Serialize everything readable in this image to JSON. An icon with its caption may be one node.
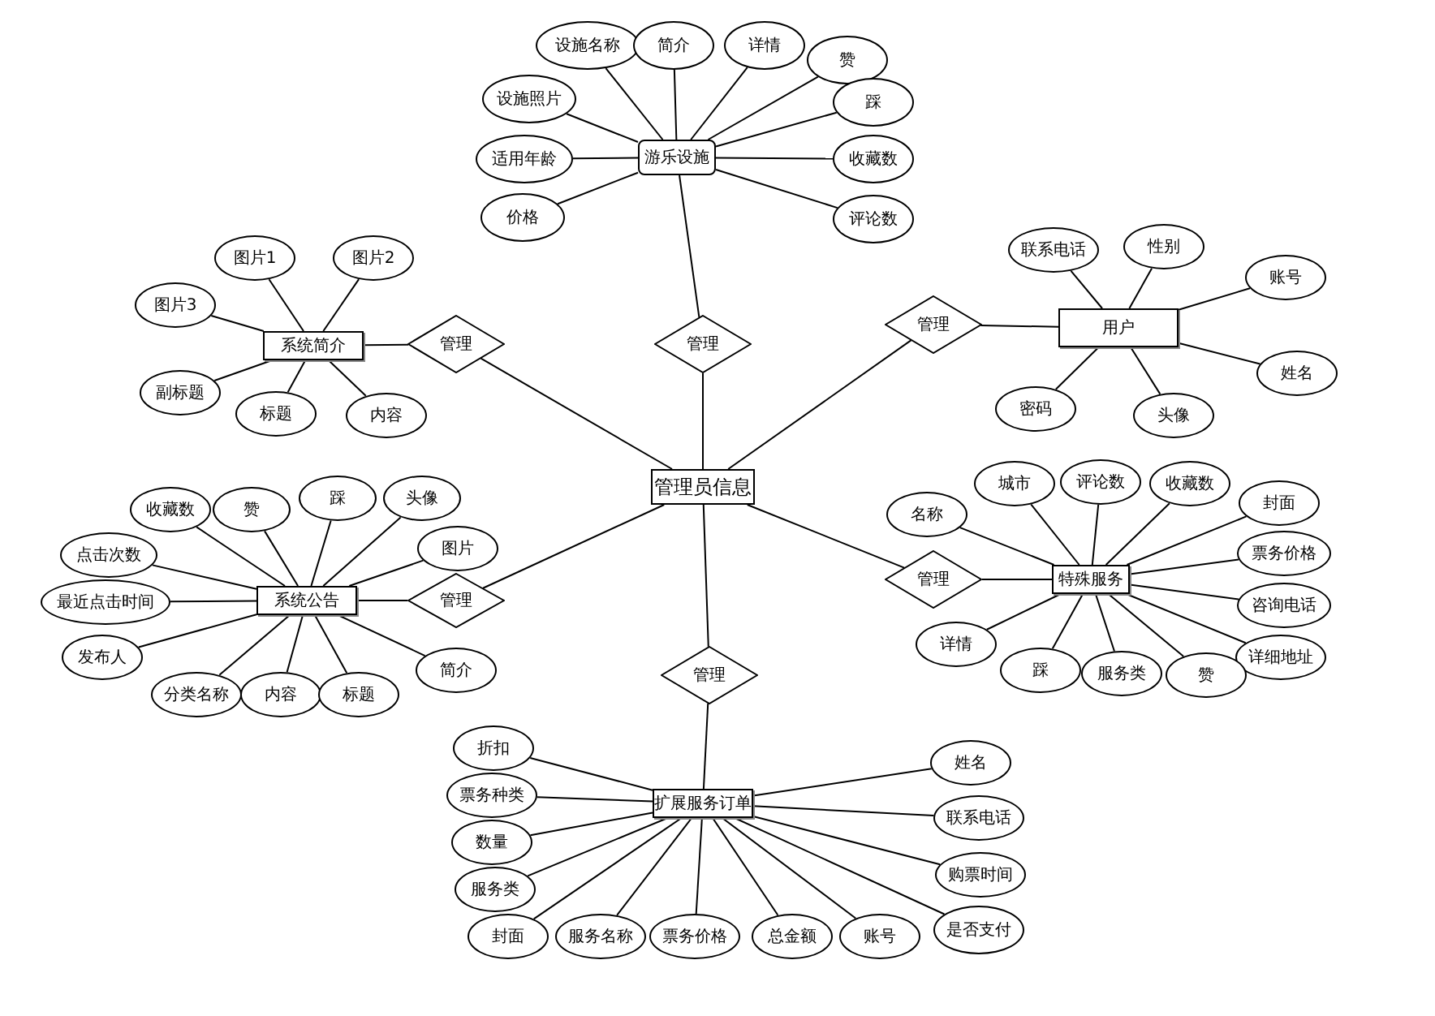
{
  "diagram": {
    "nodes": [
      {
        "text": [
          "管理员信息"
        ]
      },
      {
        "text": [
          "管理"
        ]
      },
      {
        "text": [
          "游乐设施"
        ]
      },
      {
        "text": [
          "设施名称"
        ]
      },
      {
        "text": [
          "简介"
        ]
      },
      {
        "text": [
          "详情"
        ]
      },
      {
        "text": [
          "赞"
        ]
      },
      {
        "text": [
          "踩"
        ]
      },
      {
        "text": [
          "收藏数"
        ]
      },
      {
        "text": [
          "评论数"
        ]
      },
      {
        "text": [
          "设施照片"
        ]
      },
      {
        "text": [
          "适用年龄"
        ]
      },
      {
        "text": [
          "价格"
        ]
      },
      {
        "text": [
          "管理"
        ]
      },
      {
        "text": [
          "系统简介"
        ]
      },
      {
        "text": [
          "图片1"
        ]
      },
      {
        "text": [
          "图片2"
        ]
      },
      {
        "text": [
          "图片3"
        ]
      },
      {
        "text": [
          "副标题"
        ]
      },
      {
        "text": [
          "标题"
        ]
      },
      {
        "text": [
          "内容"
        ]
      },
      {
        "text": [
          "管理"
        ]
      },
      {
        "text": [
          "用户"
        ]
      },
      {
        "text": [
          "联系电话"
        ]
      },
      {
        "text": [
          "性别"
        ]
      },
      {
        "text": [
          "账号"
        ]
      },
      {
        "text": [
          "姓名"
        ]
      },
      {
        "text": [
          "密码"
        ]
      },
      {
        "text": [
          "头像"
        ]
      },
      {
        "text": [
          "管理"
        ]
      },
      {
        "text": [
          "系统公告"
        ]
      },
      {
        "text": [
          "收藏数"
        ]
      },
      {
        "text": [
          "赞"
        ]
      },
      {
        "text": [
          "踩"
        ]
      },
      {
        "text": [
          "头像"
        ]
      },
      {
        "text": [
          "图片"
        ]
      },
      {
        "text": [
          "点击次数"
        ]
      },
      {
        "text": [
          "最近点击时间"
        ]
      },
      {
        "text": [
          "发布人"
        ]
      },
      {
        "text": [
          "分类名称"
        ]
      },
      {
        "text": [
          "内容"
        ]
      },
      {
        "text": [
          "标题"
        ]
      },
      {
        "text": [
          "简介"
        ]
      },
      {
        "text": [
          "管理"
        ]
      },
      {
        "text": [
          "特殊服务"
        ]
      },
      {
        "text": [
          "名称"
        ]
      },
      {
        "text": [
          "城市"
        ]
      },
      {
        "text": [
          "评论数"
        ]
      },
      {
        "text": [
          "收藏数"
        ]
      },
      {
        "text": [
          "封面"
        ]
      },
      {
        "text": [
          "票务价格"
        ]
      },
      {
        "text": [
          "咨询电话"
        ]
      },
      {
        "text": [
          "详细地址"
        ]
      },
      {
        "text": [
          "详情"
        ]
      },
      {
        "text": [
          "踩"
        ]
      },
      {
        "text": [
          "服务类"
        ]
      },
      {
        "text": [
          "赞"
        ]
      },
      {
        "text": [
          "管理"
        ]
      },
      {
        "text": [
          "扩展服务订单"
        ]
      },
      {
        "text": [
          "折扣"
        ]
      },
      {
        "text": [
          "票务种类"
        ]
      },
      {
        "text": [
          "数量"
        ]
      },
      {
        "text": [
          "服务类"
        ]
      },
      {
        "text": [
          "封面"
        ]
      },
      {
        "text": [
          "服务名称"
        ]
      },
      {
        "text": [
          "票务价格"
        ]
      },
      {
        "text": [
          "总金额"
        ]
      },
      {
        "text": [
          "账号"
        ]
      },
      {
        "text": [
          "是否支付"
        ]
      },
      {
        "text": [
          "购票时间"
        ]
      },
      {
        "text": [
          "联系电话"
        ]
      },
      {
        "text": [
          "姓名"
        ]
      }
    ],
    "edges": [
      {
        "from": 0,
        "to": 1,
        "arrow": "none"
      },
      {
        "from": 1,
        "to": 2,
        "arrow": "none"
      },
      {
        "from": 2,
        "to": 3,
        "arrow": "none"
      },
      {
        "from": 2,
        "to": 4,
        "arrow": "none"
      },
      {
        "from": 2,
        "to": 5,
        "arrow": "none"
      },
      {
        "from": 2,
        "to": 6,
        "arrow": "none"
      },
      {
        "from": 2,
        "to": 7,
        "arrow": "none"
      },
      {
        "from": 2,
        "to": 8,
        "arrow": "none"
      },
      {
        "from": 2,
        "to": 9,
        "arrow": "none"
      },
      {
        "from": 2,
        "to": 10,
        "arrow": "none"
      },
      {
        "from": 2,
        "to": 11,
        "arrow": "none"
      },
      {
        "from": 2,
        "to": 12,
        "arrow": "none"
      },
      {
        "from": 0,
        "to": 13,
        "arrow": "none"
      },
      {
        "from": 13,
        "to": 14,
        "arrow": "none"
      },
      {
        "from": 14,
        "to": 15,
        "arrow": "none"
      },
      {
        "from": 14,
        "to": 16,
        "arrow": "none"
      },
      {
        "from": 14,
        "to": 17,
        "arrow": "none"
      },
      {
        "from": 14,
        "to": 18,
        "arrow": "none"
      },
      {
        "from": 14,
        "to": 19,
        "arrow": "none"
      },
      {
        "from": 14,
        "to": 20,
        "arrow": "none"
      },
      {
        "from": 0,
        "to": 21,
        "arrow": "none"
      },
      {
        "from": 21,
        "to": 22,
        "arrow": "none"
      },
      {
        "from": 22,
        "to": 23,
        "arrow": "none"
      },
      {
        "from": 22,
        "to": 24,
        "arrow": "none"
      },
      {
        "from": 22,
        "to": 25,
        "arrow": "none"
      },
      {
        "from": 22,
        "to": 26,
        "arrow": "none"
      },
      {
        "from": 22,
        "to": 27,
        "arrow": "none"
      },
      {
        "from": 22,
        "to": 28,
        "arrow": "none"
      },
      {
        "from": 0,
        "to": 29,
        "arrow": "none"
      },
      {
        "from": 29,
        "to": 30,
        "arrow": "none"
      },
      {
        "from": 30,
        "to": 31,
        "arrow": "none"
      },
      {
        "from": 30,
        "to": 32,
        "arrow": "none"
      },
      {
        "from": 30,
        "to": 33,
        "arrow": "none"
      },
      {
        "from": 30,
        "to": 34,
        "arrow": "none"
      },
      {
        "from": 30,
        "to": 35,
        "arrow": "none"
      },
      {
        "from": 30,
        "to": 36,
        "arrow": "none"
      },
      {
        "from": 30,
        "to": 37,
        "arrow": "none"
      },
      {
        "from": 30,
        "to": 38,
        "arrow": "none"
      },
      {
        "from": 30,
        "to": 39,
        "arrow": "none"
      },
      {
        "from": 30,
        "to": 40,
        "arrow": "none"
      },
      {
        "from": 30,
        "to": 41,
        "arrow": "none"
      },
      {
        "from": 30,
        "to": 42,
        "arrow": "none"
      },
      {
        "from": 0,
        "to": 43,
        "arrow": "none"
      },
      {
        "from": 43,
        "to": 44,
        "arrow": "none"
      },
      {
        "from": 44,
        "to": 45,
        "arrow": "none"
      },
      {
        "from": 44,
        "to": 46,
        "arrow": "none"
      },
      {
        "from": 44,
        "to": 47,
        "arrow": "none"
      },
      {
        "from": 44,
        "to": 48,
        "arrow": "none"
      },
      {
        "from": 44,
        "to": 49,
        "arrow": "none"
      },
      {
        "from": 44,
        "to": 50,
        "arrow": "none"
      },
      {
        "from": 44,
        "to": 51,
        "arrow": "none"
      },
      {
        "from": 44,
        "to": 52,
        "arrow": "none"
      },
      {
        "from": 44,
        "to": 53,
        "arrow": "none"
      },
      {
        "from": 44,
        "to": 54,
        "arrow": "none"
      },
      {
        "from": 44,
        "to": 55,
        "arrow": "none"
      },
      {
        "from": 44,
        "to": 56,
        "arrow": "none"
      },
      {
        "from": 0,
        "to": 57,
        "arrow": "none"
      },
      {
        "from": 57,
        "to": 58,
        "arrow": "none"
      },
      {
        "from": 58,
        "to": 59,
        "arrow": "none"
      },
      {
        "from": 58,
        "to": 60,
        "arrow": "none"
      },
      {
        "from": 58,
        "to": 61,
        "arrow": "none"
      },
      {
        "from": 58,
        "to": 62,
        "arrow": "none"
      },
      {
        "from": 58,
        "to": 63,
        "arrow": "none"
      },
      {
        "from": 58,
        "to": 64,
        "arrow": "none"
      },
      {
        "from": 58,
        "to": 65,
        "arrow": "none"
      },
      {
        "from": 58,
        "to": 66,
        "arrow": "none"
      },
      {
        "from": 58,
        "to": 67,
        "arrow": "none"
      },
      {
        "from": 58,
        "to": 68,
        "arrow": "none"
      },
      {
        "from": 58,
        "to": 69,
        "arrow": "none"
      },
      {
        "from": 58,
        "to": 70,
        "arrow": "none"
      },
      {
        "from": 58,
        "to": 71,
        "arrow": "none"
      }
    ]
  }
}
